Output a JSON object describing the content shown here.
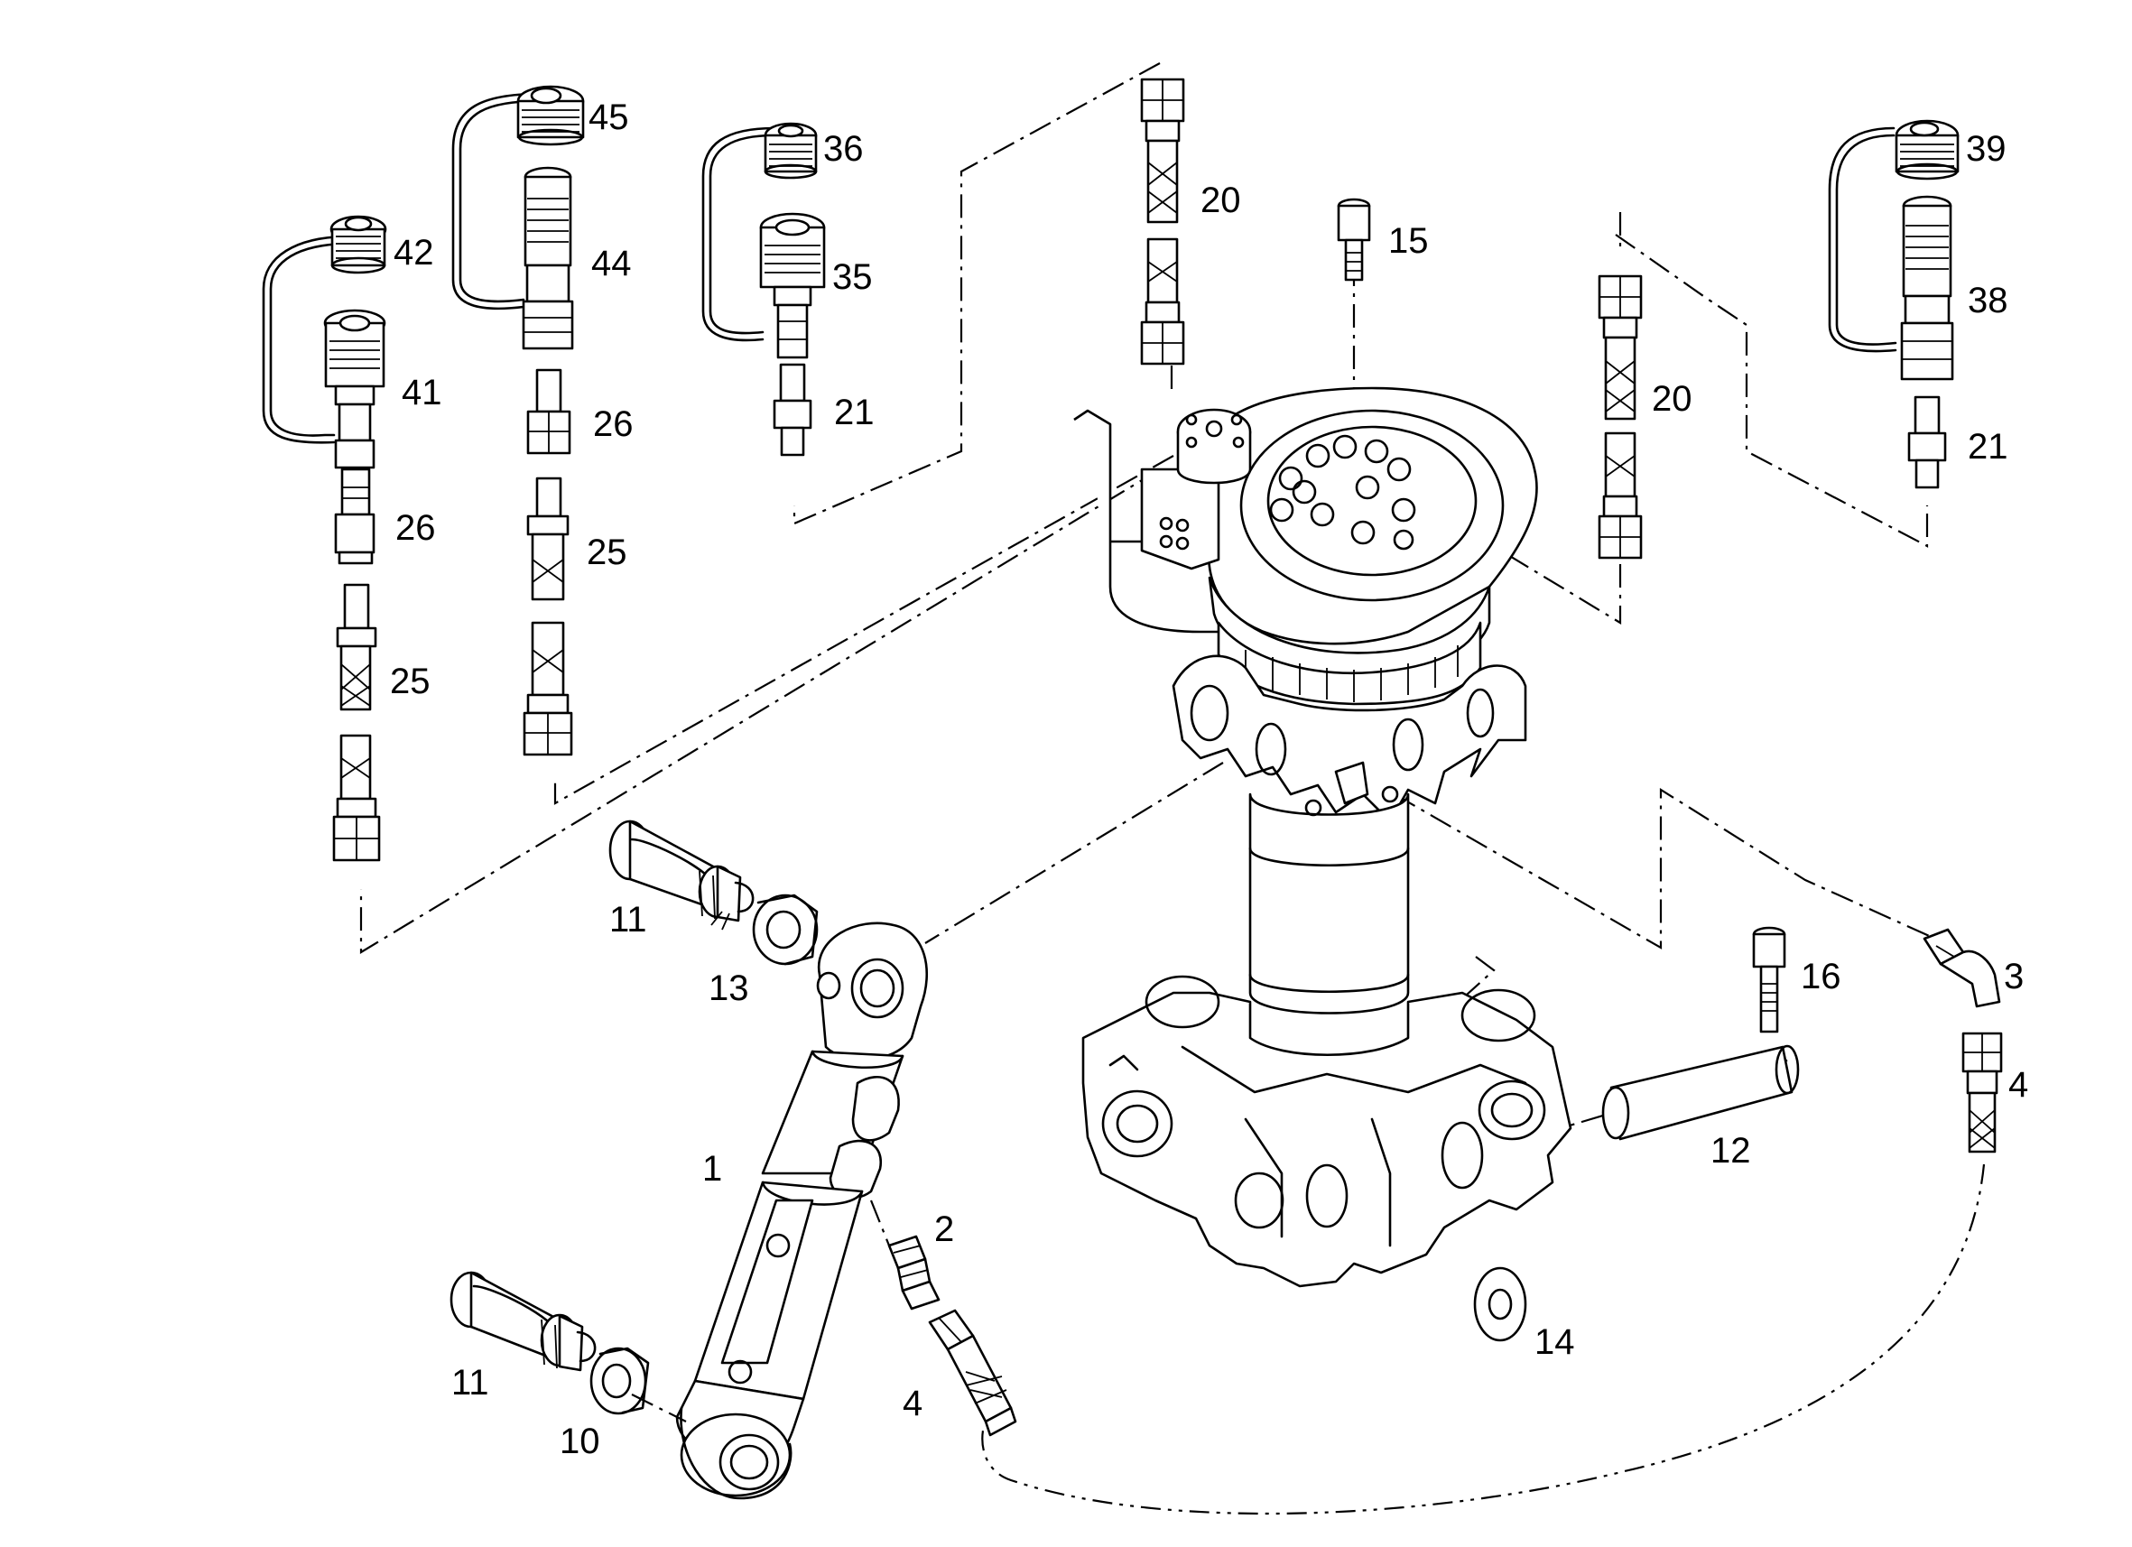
{
  "diagram": {
    "parts": [
      {
        "id": "label-45",
        "text": "45"
      },
      {
        "id": "label-36",
        "text": "36"
      },
      {
        "id": "label-39",
        "text": "39"
      },
      {
        "id": "label-42",
        "text": "42"
      },
      {
        "id": "label-44",
        "text": "44"
      },
      {
        "id": "label-35",
        "text": "35"
      },
      {
        "id": "label-20a",
        "text": "20"
      },
      {
        "id": "label-15",
        "text": "15"
      },
      {
        "id": "label-38",
        "text": "38"
      },
      {
        "id": "label-41",
        "text": "41"
      },
      {
        "id": "label-26a",
        "text": "26"
      },
      {
        "id": "label-21a",
        "text": "21"
      },
      {
        "id": "label-20b",
        "text": "20"
      },
      {
        "id": "label-21b",
        "text": "21"
      },
      {
        "id": "label-26b",
        "text": "26"
      },
      {
        "id": "label-25a",
        "text": "25"
      },
      {
        "id": "label-25b",
        "text": "25"
      },
      {
        "id": "label-11a",
        "text": "11"
      },
      {
        "id": "label-13",
        "text": "13"
      },
      {
        "id": "label-16",
        "text": "16"
      },
      {
        "id": "label-3",
        "text": "3"
      },
      {
        "id": "label-4a",
        "text": "4"
      },
      {
        "id": "label-12",
        "text": "12"
      },
      {
        "id": "label-1",
        "text": "1"
      },
      {
        "id": "label-2",
        "text": "2"
      },
      {
        "id": "label-14",
        "text": "14"
      },
      {
        "id": "label-11b",
        "text": "11"
      },
      {
        "id": "label-4b",
        "text": "4"
      },
      {
        "id": "label-10",
        "text": "10"
      }
    ]
  }
}
